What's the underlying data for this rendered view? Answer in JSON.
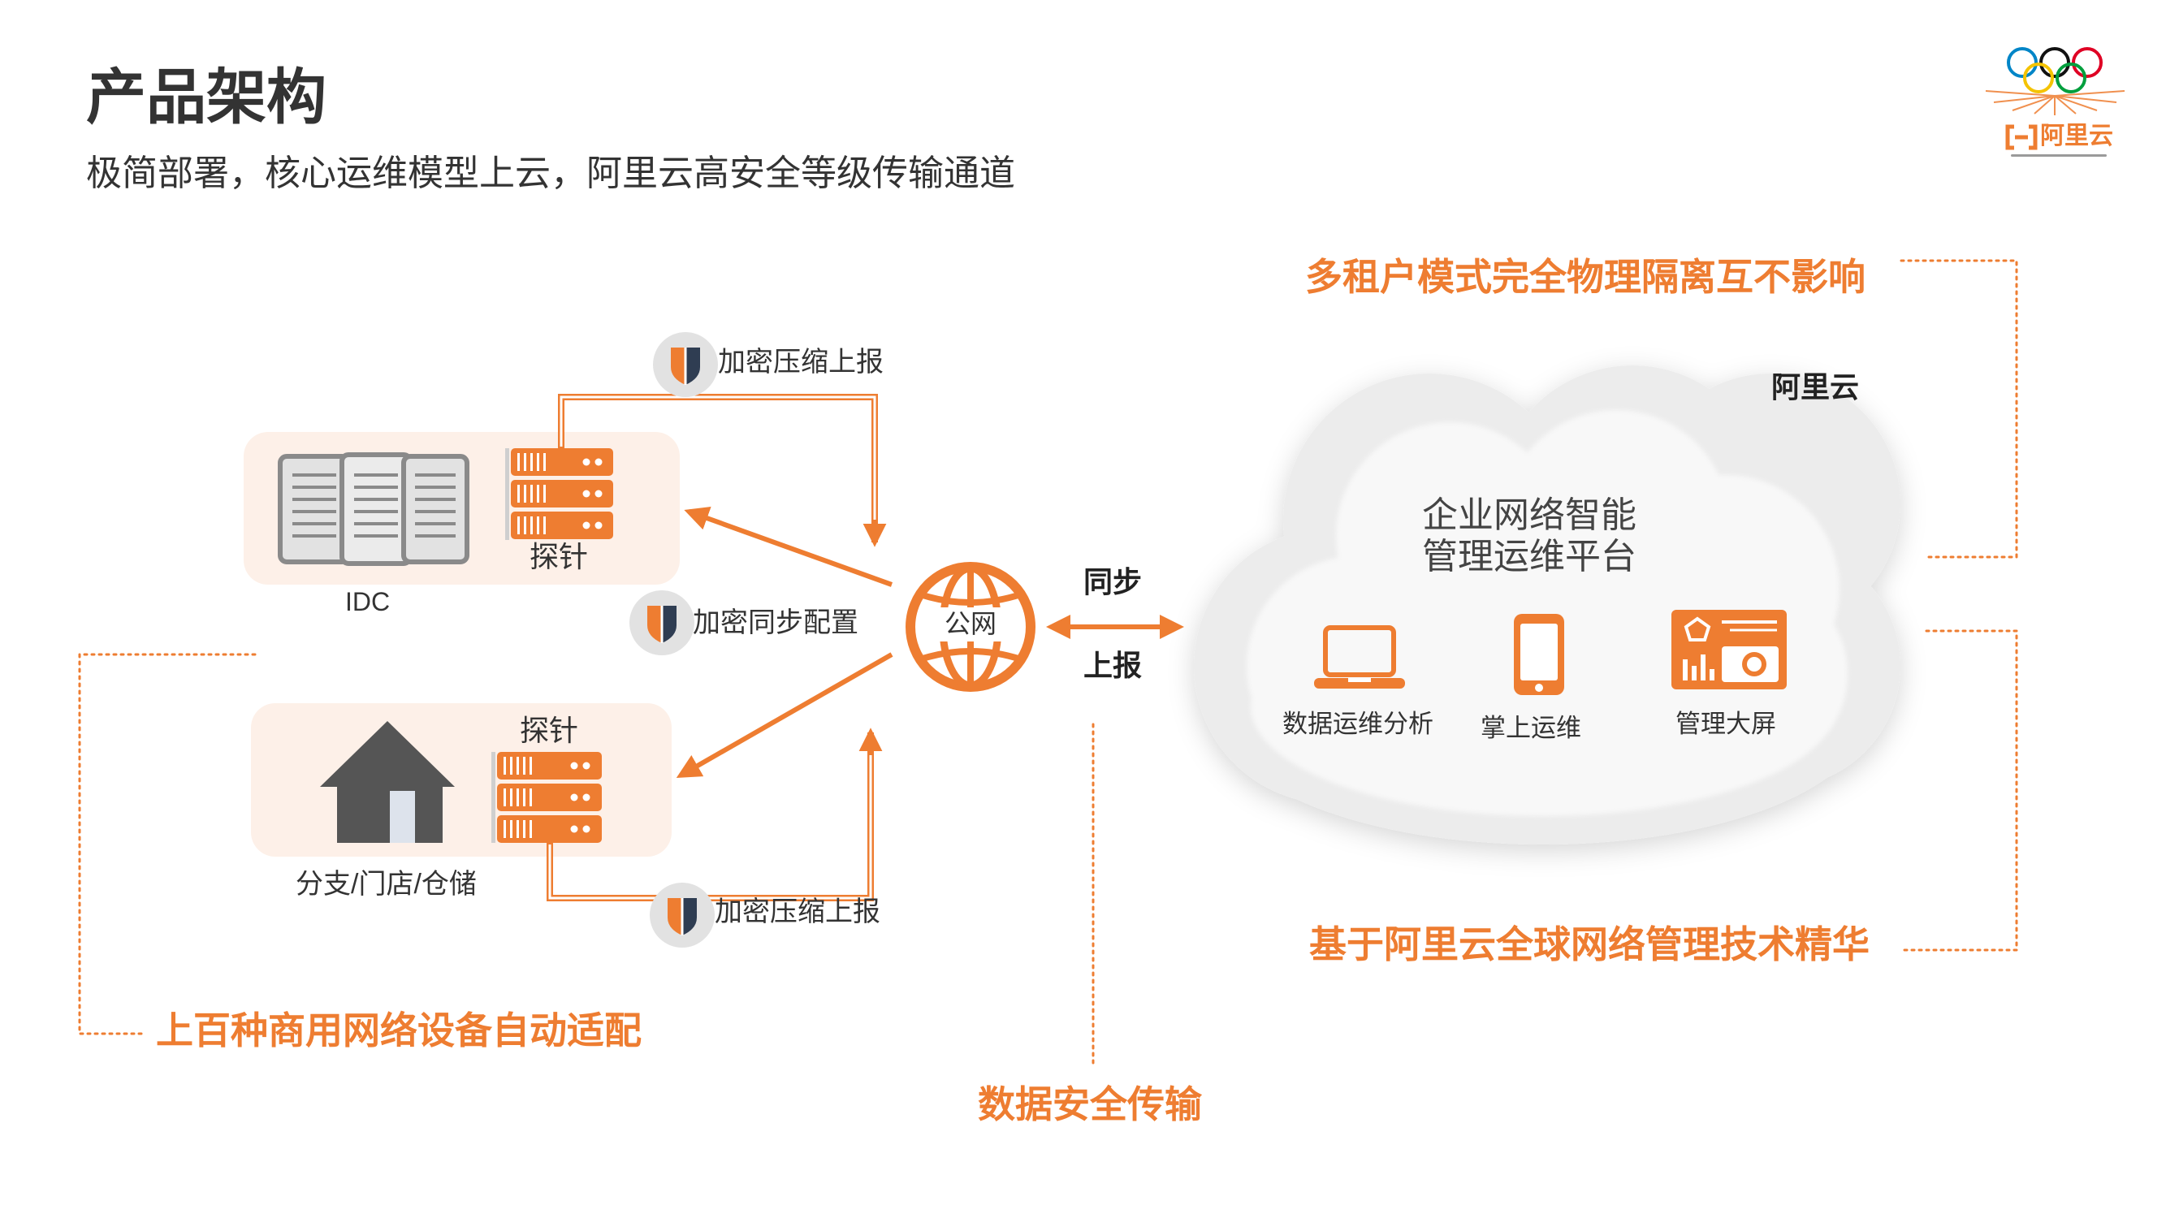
{
  "page": {
    "title": "产品架构",
    "subtitle": "极简部署，核心运维模型上云，阿里云高安全等级传输通道"
  },
  "logo": {
    "brand": "阿里云",
    "icon": "olympic-rings-icon"
  },
  "colors": {
    "accent": "#ee7d31",
    "text": "#333333",
    "shield_dark": "#2f3d52",
    "box_background": "#fdf0e8",
    "cloud": "#eeeeee"
  },
  "highlights": {
    "isolation": "多租户模式完全物理隔离互不影响",
    "tech": "基于阿里云全球网络管理技术精华",
    "devices": "上百种商用网络设备自动适配",
    "transport": "数据安全传输"
  },
  "idc": {
    "label": "IDC",
    "probe": "探针",
    "icon": "server-towers-icon"
  },
  "branch": {
    "label": "分支/门店/仓储",
    "probe": "探针",
    "icon": "house-icon"
  },
  "internet": {
    "label": "公网",
    "icon": "globe-icon"
  },
  "channels": {
    "idc_upload": "加密压缩上报",
    "sync_config": "加密同步配置",
    "branch_upload": "加密压缩上报",
    "icon": "shield-icon"
  },
  "link": {
    "sync": "同步",
    "report": "上报"
  },
  "cloud": {
    "provider": "阿里云",
    "platform_line1": "企业网络智能",
    "platform_line2": "管理运维平台",
    "features": [
      {
        "label": "数据运维分析",
        "icon": "laptop-icon"
      },
      {
        "label": "掌上运维",
        "icon": "phone-icon"
      },
      {
        "label": "管理大屏",
        "icon": "dashboard-screen-icon"
      }
    ]
  }
}
